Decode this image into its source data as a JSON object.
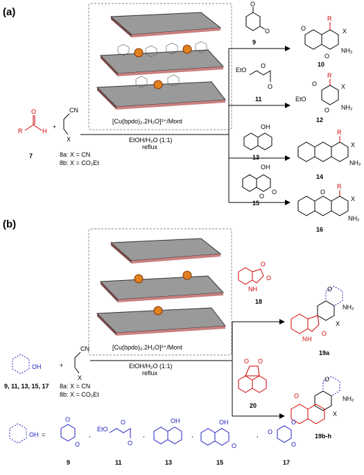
{
  "panel_a": {
    "label": "(a)",
    "catalyst": "[Cu(bpdo)₂.2H₂O]²⁺/Mont",
    "conditions_solvent": "EtOH/H₂O (1:1)",
    "conditions_temp": "reflux",
    "aldehyde": {
      "number": "7",
      "R": "R",
      "O": "O",
      "H": "H"
    },
    "nitrile": {
      "CN": "CN",
      "X": "X",
      "variant_a": "8a: X = CN",
      "variant_b": "8b: X = CO₂Et"
    },
    "reagents": [
      {
        "number": "9",
        "product": "10"
      },
      {
        "number": "11",
        "product": "12",
        "ester": "EtO"
      },
      {
        "number": "13",
        "product": "14"
      },
      {
        "number": "15",
        "product": "16"
      }
    ],
    "product_labels": {
      "R": "R",
      "X": "X",
      "NH2": "NH₂",
      "O": "O",
      "OH": "OH",
      "EtO": "EtO"
    }
  },
  "panel_b": {
    "label": "(b)",
    "catalyst": "[Cu(bpdo)₂.2H₂O]²⁺/Mont",
    "conditions_solvent": "EtOH/H₂O (1:1)",
    "conditions_temp": "reflux",
    "substrate_numbers": "9, 11, 13, 15, 17",
    "nitrile": {
      "CN": "CN",
      "X": "X",
      "variant_a": "8a: X = CN",
      "variant_b": "8b: X = CO₂Et"
    },
    "reagents": [
      {
        "number": "18",
        "product": "19a"
      },
      {
        "number": "20",
        "product": "19b-h"
      }
    ],
    "legend_numbers": [
      "9",
      "11",
      "13",
      "15",
      "17"
    ],
    "equals": "=",
    "atom_labels": {
      "OH": "OH",
      "O": "O",
      "NH": "NH",
      "N": "N",
      "H": "H",
      "X": "X",
      "NH2": "NH₂",
      "EtO": "EtO"
    }
  }
}
